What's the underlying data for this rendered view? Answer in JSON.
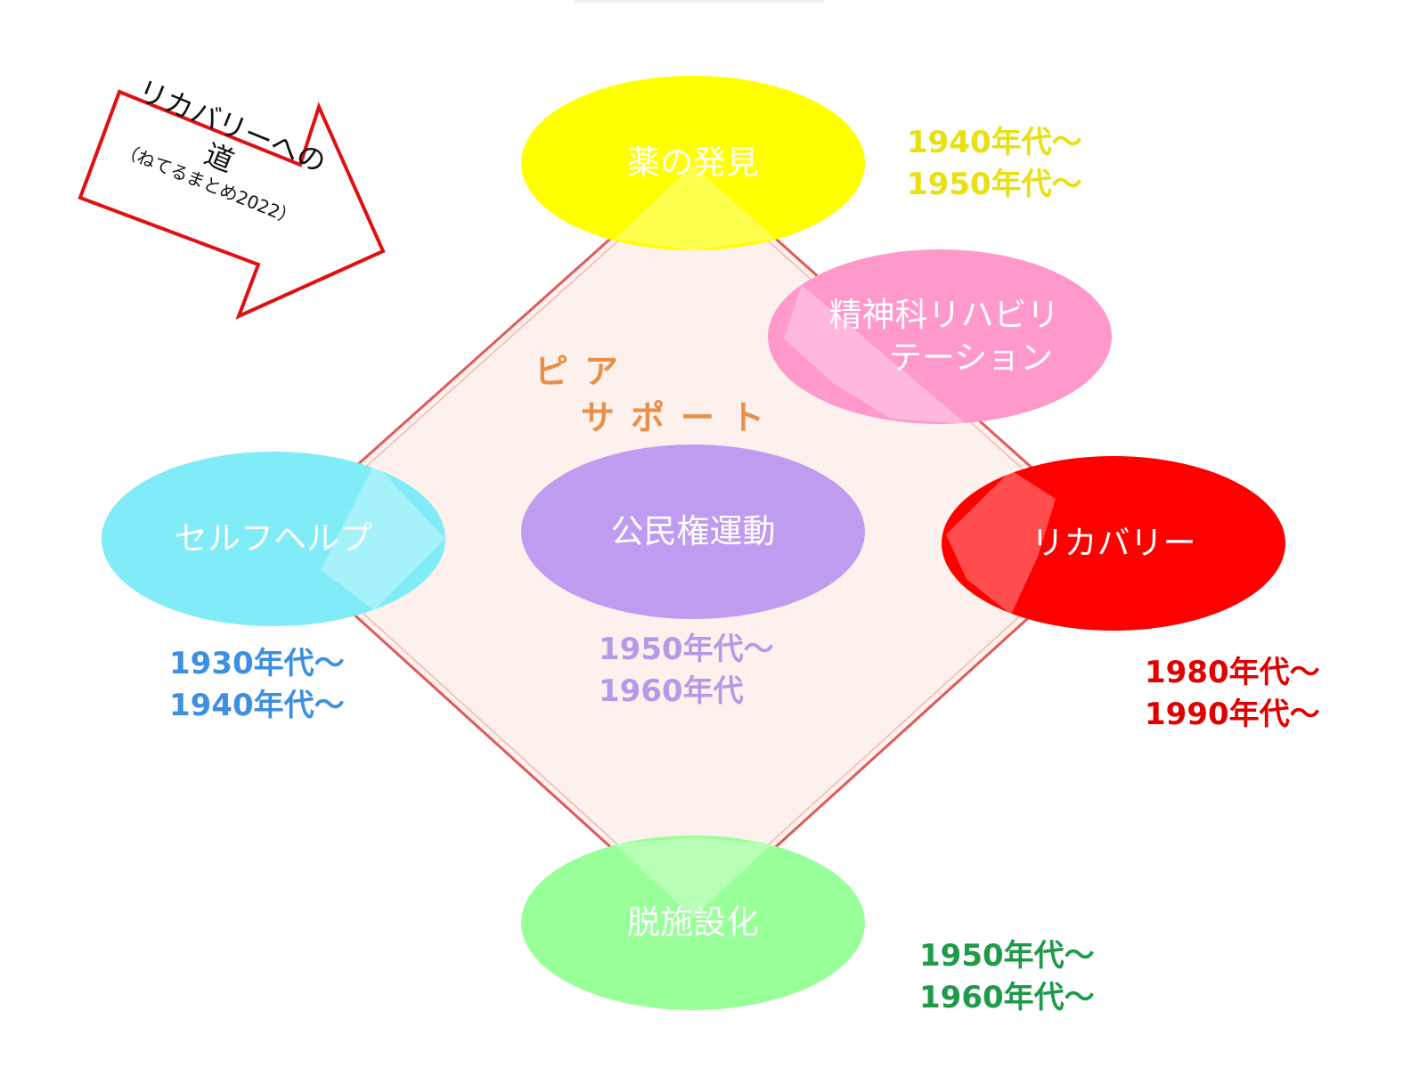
{
  "colors": {
    "diamond_stroke": "#e05a5a",
    "diamond_fill": "#fcf1ec",
    "arrow_stroke": "#e01010",
    "peer_text": "#e8904a"
  },
  "arrow": {
    "title_line1": "リカバリーへの",
    "title_line2": "道",
    "subtitle": "（ねてるまとめ2022）"
  },
  "peer_support": {
    "line1": "ピア",
    "line2": "サポート"
  },
  "nodes": {
    "medicine": {
      "label": "薬の発見",
      "color": "#ffff00"
    },
    "psych_rehab": {
      "label_line1": "精神科リハビリ",
      "label_line2": "テーション",
      "color": "#ff99cc"
    },
    "self_help": {
      "label": "セルフヘルプ",
      "color": "#80ecf8"
    },
    "civil_rights": {
      "label": "公民権運動",
      "color": "#c09cf0"
    },
    "recovery": {
      "label": "リカバリー",
      "color": "#ff0000"
    },
    "deinstitutionalization": {
      "label": "脱施設化",
      "color": "#99ff99"
    }
  },
  "eras": {
    "medicine": {
      "line1": "1940年代～",
      "line2": "1950年代～",
      "color": "#e8e010"
    },
    "self_help": {
      "line1": "1930年代～",
      "line2": "1940年代～",
      "color": "#3d8fe0"
    },
    "civil_rights": {
      "line1": "1950年代～",
      "line2": "1960年代",
      "color": "#b49be6"
    },
    "recovery": {
      "line1": "1980年代～",
      "line2": "1990年代～",
      "color": "#e00000"
    },
    "deinstitutionalization": {
      "line1": "1950年代～",
      "line2": "1960年代～",
      "color": "#1e9a4a"
    }
  }
}
